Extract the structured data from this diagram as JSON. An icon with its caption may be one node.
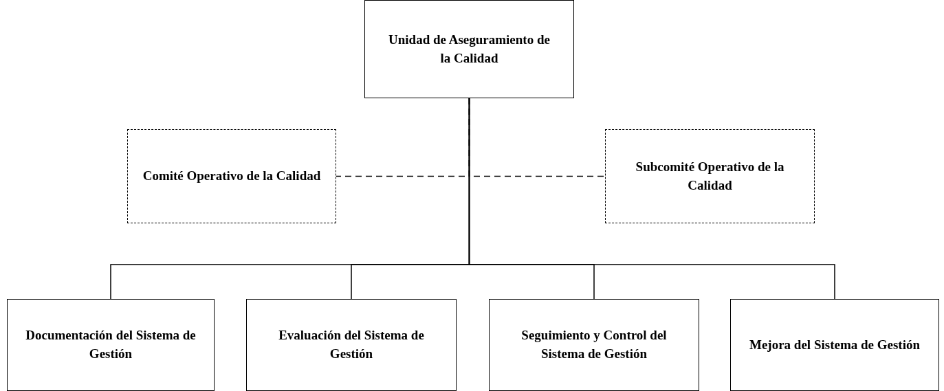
{
  "diagram": {
    "nodes": [
      {
        "text": [
          "Unidad de Aseguramiento de la Calidad"
        ]
      },
      {
        "text": [
          "Comité Operativo de la Calidad"
        ]
      },
      {
        "text": [
          "Subcomité Operativo de la Calidad"
        ]
      },
      {
        "text": [
          "Documentación del Sistema de Gestión"
        ]
      },
      {
        "text": [
          "Evaluación del Sistema de Gestión"
        ]
      },
      {
        "text": [
          "Seguimiento y Control del Sistema de Gestión"
        ]
      },
      {
        "text": [
          "Mejora del Sistema de Gestión"
        ]
      }
    ],
    "edges": [
      {
        "from": 0,
        "to": 1,
        "arrow": "none",
        "style": "dashed"
      },
      {
        "from": 0,
        "to": 2,
        "arrow": "none",
        "style": "dashed"
      },
      {
        "from": 0,
        "to": 3,
        "arrow": "none"
      },
      {
        "from": 0,
        "to": 4,
        "arrow": "none"
      },
      {
        "from": 0,
        "to": 5,
        "arrow": "none"
      },
      {
        "from": 0,
        "to": 6,
        "arrow": "none"
      }
    ]
  }
}
